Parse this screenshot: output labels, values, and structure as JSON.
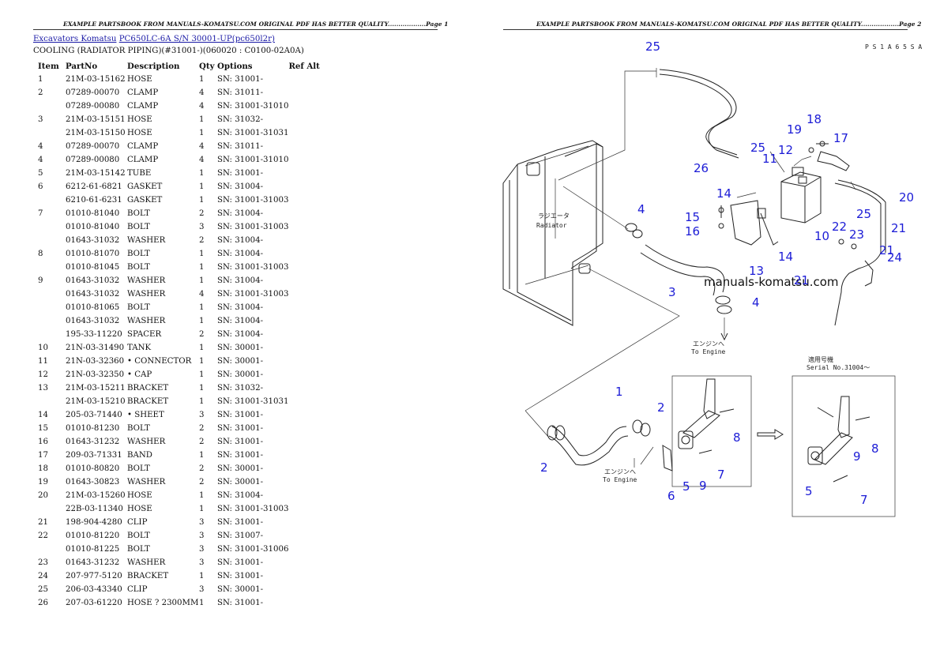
{
  "banner_left": "EXAMPLE PARTSBOOK FROM MANUALS-KOMATSU.COM ORIGINAL PDF HAS BETTER QUALITY..................Page 1",
  "banner_right": "EXAMPLE PARTSBOOK FROM MANUALS-KOMATSU.COM ORIGINAL PDF HAS BETTER QUALITY..................Page 2",
  "breadcrumb": {
    "category": "Excavators Komatsu",
    "model": "PC650LC-6A S/N 30001-UP(pc650l2r)"
  },
  "subtitle": "COOLING (RADIATOR PIPING)(#31001-)(060020 : C0100-02A0A)",
  "columns": [
    "Item",
    "PartNo",
    "Description",
    "Qty",
    "Options",
    "Ref Alt"
  ],
  "rows": [
    {
      "item": "1",
      "part": "21M-03-15162",
      "desc": "HOSE",
      "qty": "1",
      "opt": "SN: 31001-"
    },
    {
      "item": "2",
      "part": "07289-00070",
      "desc": "CLAMP",
      "qty": "4",
      "opt": "SN: 31011-"
    },
    {
      "item": "",
      "part": "07289-00080",
      "desc": "CLAMP",
      "qty": "4",
      "opt": "SN: 31001-31010"
    },
    {
      "item": "3",
      "part": "21M-03-15151",
      "desc": "HOSE",
      "qty": "1",
      "opt": "SN: 31032-"
    },
    {
      "item": "",
      "part": "21M-03-15150",
      "desc": "HOSE",
      "qty": "1",
      "opt": "SN: 31001-31031"
    },
    {
      "item": "4",
      "part": "07289-00070",
      "desc": "CLAMP",
      "qty": "4",
      "opt": "SN: 31011-"
    },
    {
      "item": "4",
      "part": "07289-00080",
      "desc": "CLAMP",
      "qty": "4",
      "opt": "SN: 31001-31010"
    },
    {
      "item": "5",
      "part": "21M-03-15142",
      "desc": "TUBE",
      "qty": "1",
      "opt": "SN: 31001-"
    },
    {
      "item": "6",
      "part": "6212-61-6821",
      "desc": "GASKET",
      "qty": "1",
      "opt": "SN: 31004-"
    },
    {
      "item": "",
      "part": "6210-61-6231",
      "desc": "GASKET",
      "qty": "1",
      "opt": "SN: 31001-31003"
    },
    {
      "item": "7",
      "part": "01010-81040",
      "desc": "BOLT",
      "qty": "2",
      "opt": "SN: 31004-"
    },
    {
      "item": "",
      "part": "01010-81040",
      "desc": "BOLT",
      "qty": "3",
      "opt": "SN: 31001-31003"
    },
    {
      "item": "",
      "part": "01643-31032",
      "desc": "WASHER",
      "qty": "2",
      "opt": "SN: 31004-"
    },
    {
      "item": "8",
      "part": "01010-81070",
      "desc": "BOLT",
      "qty": "1",
      "opt": "SN: 31004-"
    },
    {
      "item": "",
      "part": "01010-81045",
      "desc": "BOLT",
      "qty": "1",
      "opt": "SN: 31001-31003"
    },
    {
      "item": "9",
      "part": "01643-31032",
      "desc": "WASHER",
      "qty": "1",
      "opt": "SN: 31004-"
    },
    {
      "item": "",
      "part": "01643-31032",
      "desc": "WASHER",
      "qty": "4",
      "opt": "SN: 31001-31003"
    },
    {
      "item": "",
      "part": "01010-81065",
      "desc": "BOLT",
      "qty": "1",
      "opt": "SN: 31004-"
    },
    {
      "item": "",
      "part": "01643-31032",
      "desc": "WASHER",
      "qty": "1",
      "opt": "SN: 31004-"
    },
    {
      "item": "",
      "part": "195-33-11220",
      "desc": "SPACER",
      "qty": "2",
      "opt": "SN: 31004-"
    },
    {
      "item": "10",
      "part": "21N-03-31490",
      "desc": "TANK",
      "qty": "1",
      "opt": "SN: 30001-"
    },
    {
      "item": "11",
      "part": "21N-03-32360",
      "desc": "• CONNECTOR",
      "qty": "1",
      "opt": "SN: 30001-"
    },
    {
      "item": "12",
      "part": "21N-03-32350",
      "desc": "• CAP",
      "qty": "1",
      "opt": "SN: 30001-"
    },
    {
      "item": "13",
      "part": "21M-03-15211",
      "desc": "BRACKET",
      "qty": "1",
      "opt": "SN: 31032-"
    },
    {
      "item": "",
      "part": "21M-03-15210",
      "desc": "BRACKET",
      "qty": "1",
      "opt": "SN: 31001-31031"
    },
    {
      "item": "14",
      "part": "205-03-71440",
      "desc": "• SHEET",
      "qty": "3",
      "opt": "SN: 31001-"
    },
    {
      "item": "15",
      "part": "01010-81230",
      "desc": "BOLT",
      "qty": "2",
      "opt": "SN: 31001-"
    },
    {
      "item": "16",
      "part": "01643-31232",
      "desc": "WASHER",
      "qty": "2",
      "opt": "SN: 31001-"
    },
    {
      "item": "17",
      "part": "209-03-71331",
      "desc": "BAND",
      "qty": "1",
      "opt": "SN: 31001-"
    },
    {
      "item": "18",
      "part": "01010-80820",
      "desc": "BOLT",
      "qty": "2",
      "opt": "SN: 30001-"
    },
    {
      "item": "19",
      "part": "01643-30823",
      "desc": "WASHER",
      "qty": "2",
      "opt": "SN: 30001-"
    },
    {
      "item": "20",
      "part": "21M-03-15260",
      "desc": "HOSE",
      "qty": "1",
      "opt": "SN: 31004-"
    },
    {
      "item": "",
      "part": "22B-03-11340",
      "desc": "HOSE",
      "qty": "1",
      "opt": "SN: 31001-31003"
    },
    {
      "item": "21",
      "part": "198-904-4280",
      "desc": "CLIP",
      "qty": "3",
      "opt": "SN: 31001-"
    },
    {
      "item": "22",
      "part": "01010-81220",
      "desc": "BOLT",
      "qty": "3",
      "opt": "SN: 31007-"
    },
    {
      "item": "",
      "part": "01010-81225",
      "desc": "BOLT",
      "qty": "3",
      "opt": "SN: 31001-31006"
    },
    {
      "item": "23",
      "part": "01643-31232",
      "desc": "WASHER",
      "qty": "3",
      "opt": "SN: 31001-"
    },
    {
      "item": "24",
      "part": "207-977-5120",
      "desc": "BRACKET",
      "qty": "1",
      "opt": "SN: 31001-"
    },
    {
      "item": "25",
      "part": "206-03-43340",
      "desc": "CLIP",
      "qty": "3",
      "opt": "SN: 30001-"
    },
    {
      "item": "26",
      "part": "207-03-61220",
      "desc": "HOSE ? 2300MM",
      "qty": "1",
      "opt": "SN: 31001-"
    }
  ],
  "diagram": {
    "watermark": "manuals-komatsu.com",
    "drawing_code": "P S 1 A 6 5 S A",
    "radiator_jp": "ラジエータ",
    "radiator_en": "Radiator",
    "engine_jp": "エンジンへ",
    "engine_en": "To Engine",
    "serial_jp": "適用号機",
    "serial_en": "Serial No.31004～",
    "callouts": [
      "25",
      "26",
      "19",
      "18",
      "17",
      "12",
      "11",
      "25",
      "20",
      "4",
      "14",
      "15",
      "16",
      "10",
      "14",
      "22",
      "23",
      "25",
      "21",
      "21",
      "24",
      "3",
      "13",
      "21",
      "4",
      "1",
      "2",
      "2",
      "6",
      "5",
      "9",
      "7",
      "8",
      "9",
      "8",
      "5",
      "7"
    ]
  }
}
